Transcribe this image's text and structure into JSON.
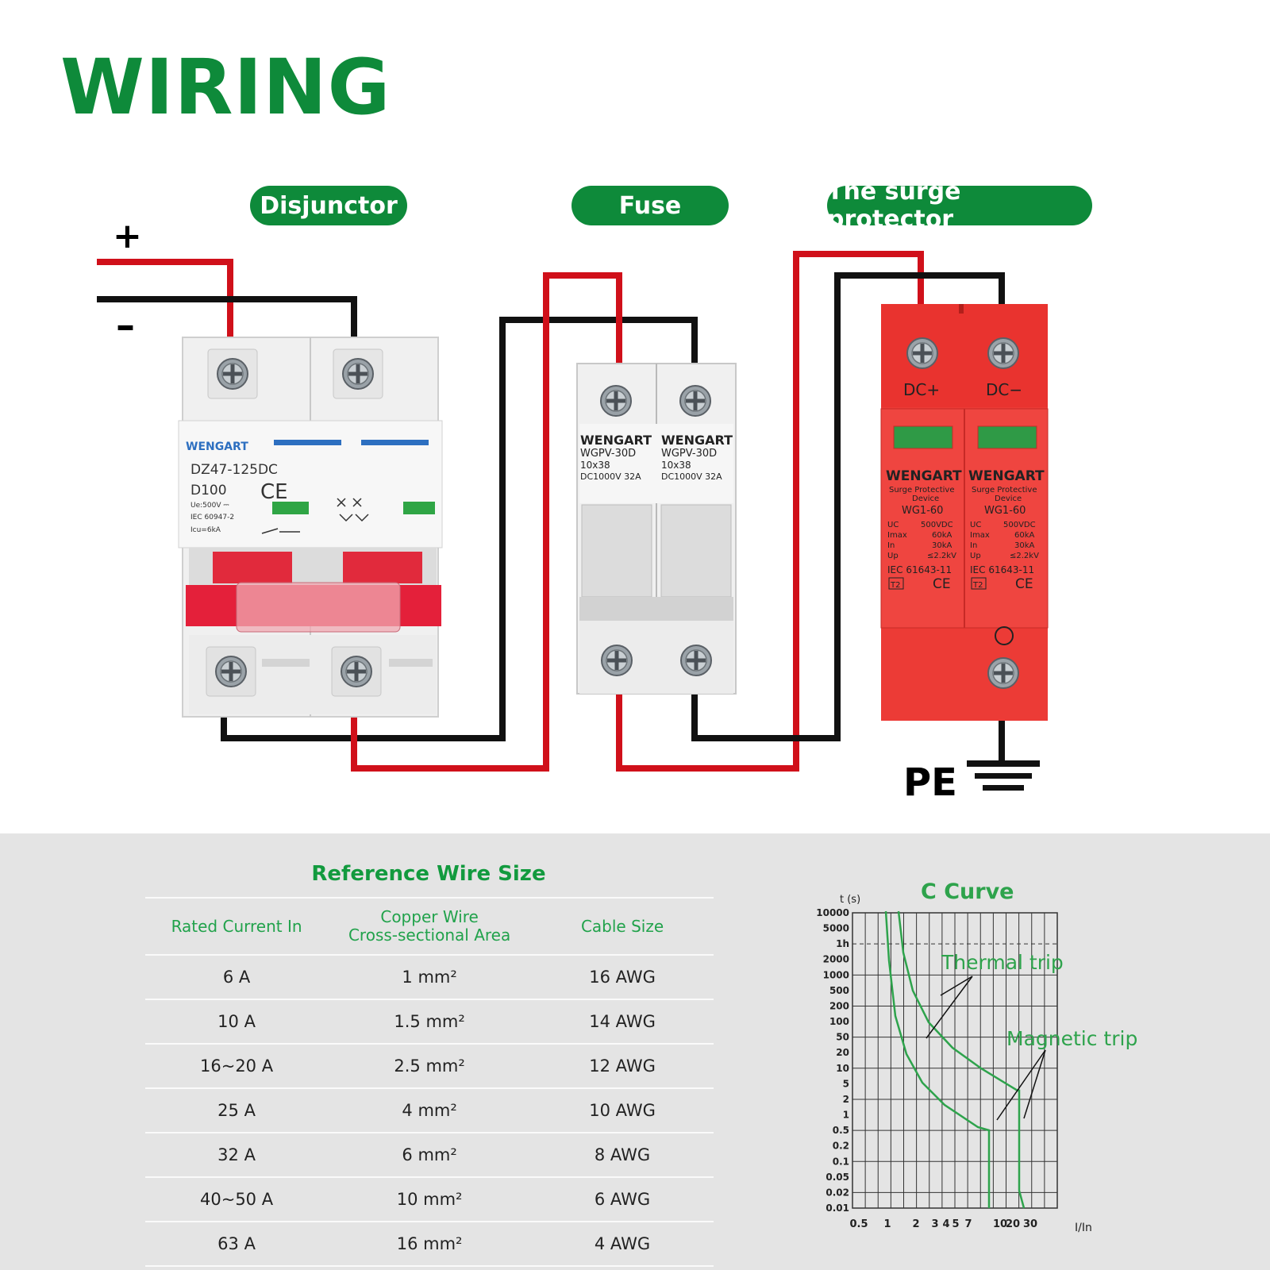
{
  "header": {
    "title": "WIRING"
  },
  "labels": {
    "disjunctor": "Disjunctor",
    "fuse": "Fuse",
    "surge": "The surge protector",
    "plus": "+",
    "minus": "–",
    "pe": "PE"
  },
  "breaker": {
    "brand": "WENGART",
    "model": "DZ47-125DC",
    "rating": "D100",
    "ue": "Ue:500V ⎓",
    "iec": "IEC 60947-2",
    "icu": "Icu=6kA",
    "ce": "CE"
  },
  "fuse": {
    "brand": "WENGART",
    "model": "WGPV-30D",
    "size": "10x38",
    "rating": "DC1000V 32A"
  },
  "spd": {
    "dc_plus": "DC+",
    "dc_minus": "DC−",
    "brand": "WENGART",
    "desc1": "Surge Protective",
    "desc2": "Device",
    "model": "WG1-60",
    "specs": [
      {
        "k": "UC",
        "v": "500VDC"
      },
      {
        "k": "Imax",
        "v": "60kA"
      },
      {
        "k": "In",
        "v": "30kA"
      },
      {
        "k": "Up",
        "v": "≤2.2kV"
      }
    ],
    "iec": "IEC 61643-11",
    "t2": "T2",
    "ce": "CE"
  },
  "wire_table": {
    "title": "Reference Wire Size",
    "headers": [
      "Rated Current In",
      "Copper Wire",
      "Cross-sectional Area",
      "Cable Size"
    ],
    "rows": [
      [
        "6 A",
        "1 mm²",
        "16 AWG"
      ],
      [
        "10 A",
        "1.5 mm²",
        "14 AWG"
      ],
      [
        "16~20 A",
        "2.5 mm²",
        "12 AWG"
      ],
      [
        "25 A",
        "4 mm²",
        "10 AWG"
      ],
      [
        "32 A",
        "6 mm²",
        "8 AWG"
      ],
      [
        "40~50 A",
        "10 mm²",
        "6 AWG"
      ],
      [
        "63 A",
        "16 mm²",
        "4 AWG"
      ]
    ]
  },
  "curve": {
    "title": "C Curve",
    "y_unit": "t (s)",
    "x_unit": "I/In",
    "y_ticks": [
      "10000",
      "5000",
      "1h",
      "2000",
      "1000",
      "500",
      "200",
      "100",
      "50",
      "20",
      "10",
      "5",
      "2",
      "1",
      "0.5",
      "0.2",
      "0.1",
      "0.05",
      "0.02",
      "0.01"
    ],
    "x_ticks": [
      "0.5",
      "1",
      "2",
      "3",
      "4",
      "5",
      "7",
      "10",
      "20",
      "30"
    ],
    "thermal_label": "Thermal trip",
    "magnetic_label": "Magnetic trip",
    "colors": {
      "curve": "#2ea34c",
      "grid": "#333333"
    }
  },
  "colors": {
    "brand_green": "#0e8a3a",
    "wire_red": "#d0101a",
    "wire_black": "#111111",
    "spd_red": "#ec3b36",
    "breaker_white": "#f0f0f0",
    "handle_red": "#e4203a"
  }
}
